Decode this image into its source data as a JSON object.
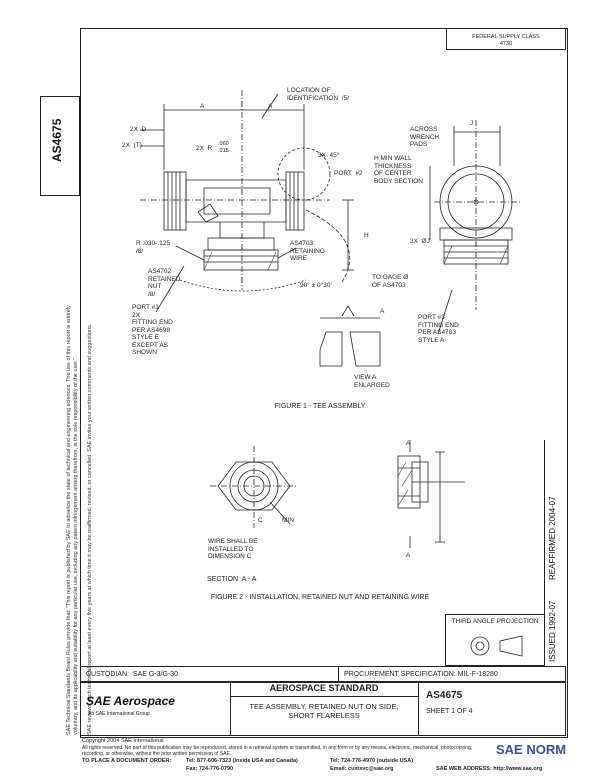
{
  "header": {
    "federal_supply_class": "FEDERAL SUPPLY CLASS\n4730",
    "doc_number": "AS4675",
    "reaffirmed": "REAFFIRMED 2004-07",
    "issued": "ISSUED 1992-07"
  },
  "side_legal": [
    "SAE Technical Standards Board Rules provide that: \"This report is published by SAE to advance the state of technical and engineering sciences. The use of this report is entirely",
    "voluntary, and its applicability and suitability for any particular use, including any patent infringement arising therefrom, is the sole responsibility of the user.\"",
    "SAE reviews each technical report at least every five years at which time it may be reaffirmed, revised, or cancelled. SAE invites your written comments and suggestions."
  ],
  "figure1": {
    "caption": "FIGURE 1 - TEE ASSEMBLY",
    "labels": {
      "loc_id": "LOCATION OF\nIDENTIFICATION  /5/",
      "a1": "A",
      "a2": "A",
      "a3": "A",
      "j": "J",
      "h": "H",
      "two_x_d": "2X  D",
      "two_x_t1": "2X  (T)",
      "two_x_r": "2X  R",
      "r_val": ".060\n.015",
      "three_x_45": "3X  45°",
      "port2": "PORT  #2",
      "min_wall": "H MIN WALL\nTHICKNESS\nOF CENTER\nBODY SECTION",
      "across_wrench": "ACROSS\nWRENCH\nPADS",
      "r_030": "R .030-.125\n/8/",
      "as4702": "AS4702\nRETAINED\nNUT\n/8/",
      "as4703_wire": "AS4703\nRETAINING\nWIRE",
      "angle": "90° ± 0°30'",
      "to_gage": "TO GAGE Ø\nOF AS4703",
      "port1": "PORT #1\n2X\nFITTING END\nPER AS4698\nSTYLE E\nEXCEPT AS\nSHOWN",
      "port3": "PORT #3\nFITTING END\nPER AS4703\nSTYLE A",
      "three_x_d": "3X  ØJ",
      "view_a": "VIEW A\nENLARGED",
      "view_a_ref": "A"
    }
  },
  "figure2": {
    "caption": "FIGURE 2 - INSTALLATION, RETAINED NUT AND RETAINING WIRE",
    "labels": {
      "min": "MIN",
      "c": "C",
      "wire_note": "WIRE SHALL BE\nINSTALLED TO\nDIMENSION C",
      "section": "SECTION  A - A",
      "a_top": "A",
      "a_bot": "A"
    }
  },
  "third_angle": "THIRD ANGLE PROJECTION",
  "title_block": {
    "custodian": "CUSTODIAN:  SAE G-3/G-30",
    "procurement": "PROCUREMENT SPECIFICATION: MIL-F-18280",
    "brand": "SAE Aerospace",
    "brand_sub": "An SAE International Group",
    "standard": "AEROSPACE STANDARD",
    "title": "TEE ASSEMBLY, RETAINED NUT ON SIDE,\nSHORT FLARELESS",
    "number": "AS4675",
    "sheet": "SHEET 1 OF 4"
  },
  "footer": {
    "copyright": "Copyright 2004 SAE International",
    "rights": "All rights reserved. No part of this publication may be reproduced, stored in a retrieval system or transmitted, in any form or by any means, electronic, mechanical, photocopying,",
    "rights2": "recording, or otherwise, without the prior written permission of SAE.",
    "order_label": "TO PLACE A DOCUMENT ORDER:",
    "phone1": "Tel: 877-606-7323 (inside USA and Canada)",
    "phone2": "Tel: 724-776-4970 (outside USA)",
    "fax": "Fax: 724-776-0790",
    "email": "Email: custsvc@sae.org",
    "web": "SAE WEB ADDRESS: http://www.sae.org",
    "watermark": "SAE NORM"
  }
}
